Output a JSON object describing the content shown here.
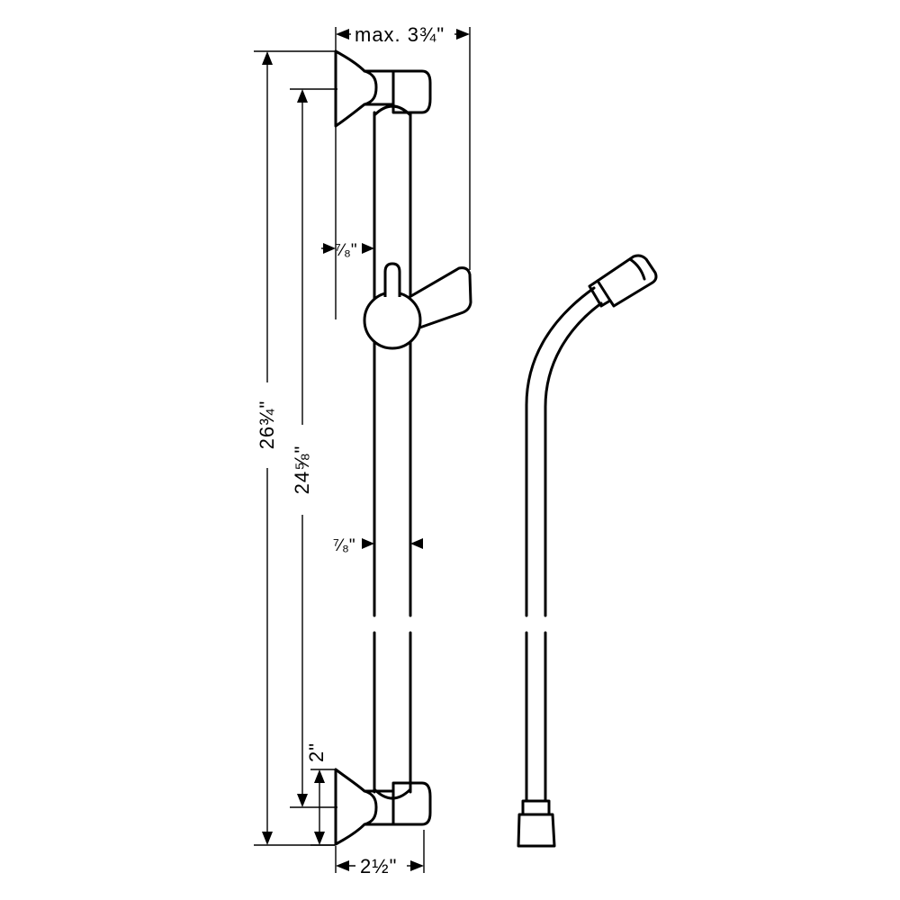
{
  "dimensions": {
    "max_depth": "max. 3¾\"",
    "total_height": "26¾\"",
    "mount_spacing": "24⅝\"",
    "bar_offset": "⁷⁄₈\"",
    "bar_diameter": "⁷⁄₈\"",
    "bracket_height": "2\"",
    "bracket_width": "2½\""
  }
}
